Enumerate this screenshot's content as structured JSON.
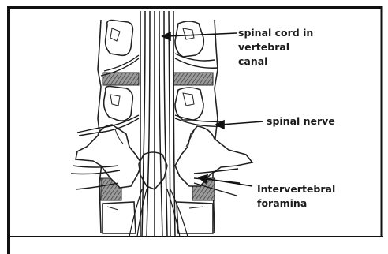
{
  "labels": {
    "spinal_cord_line1": "spinal cord in",
    "spinal_cord_line2": "vertebral",
    "spinal_cord_line3": "canal",
    "spinal_nerve": "spinal nerve",
    "foramina_line1": "Intervertebral",
    "foramina_line2": "foramina"
  }
}
